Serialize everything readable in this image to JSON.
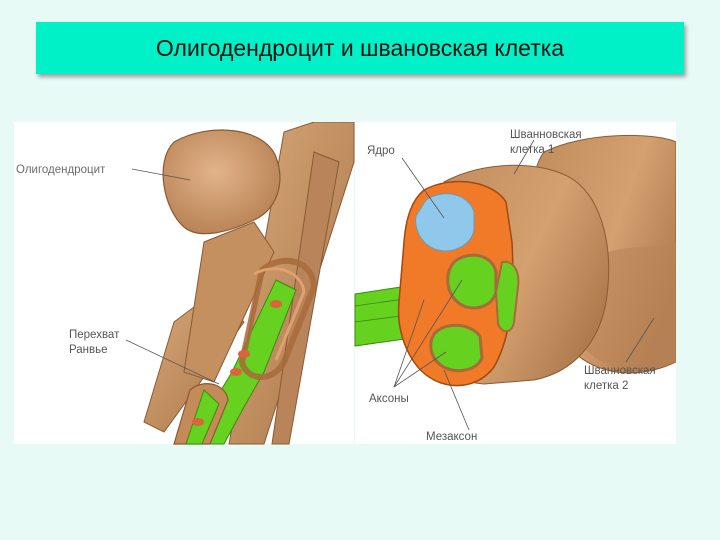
{
  "title": "Олигодендроцит и швановская клетка",
  "labels": {
    "oligodendrocyte": "Олигодендроцит",
    "node_line1": "Перехват",
    "node_line2": "Ранвье",
    "schwann1_line1": "Шванновская",
    "schwann1_line2": "клетка 1",
    "nucleus": "Ядро",
    "axons": "Аксоны",
    "mesaxon": "Мезаксон",
    "schwann2_line1": "Шванновская",
    "schwann2_line2": "клетка 2"
  },
  "colors": {
    "title_bar": "#00f0c8",
    "background": "#e8faf6",
    "cell_tan": "#c89a6c",
    "myelin_orange": "#f07a28",
    "axon_green": "#66d11e",
    "nucleus_blue": "#8fc8ea"
  }
}
